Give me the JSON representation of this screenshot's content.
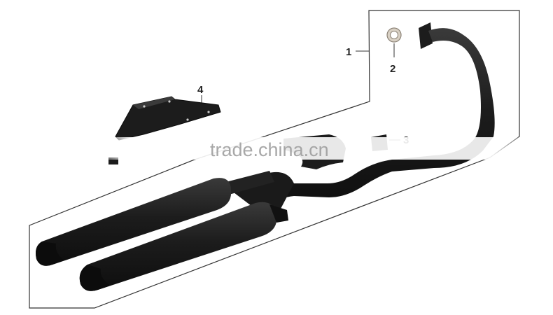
{
  "diagram": {
    "callouts": [
      {
        "id": "part-1",
        "label": "1"
      },
      {
        "id": "part-2",
        "label": "2"
      },
      {
        "id": "part-3",
        "label": "3"
      },
      {
        "id": "part-4",
        "label": "4"
      }
    ]
  },
  "watermark": {
    "text": "trade.china.cn"
  },
  "colors": {
    "part_fill": "#1c1c1c",
    "part_highlight": "#3a3a3a",
    "line": "#333333",
    "washer": "#d8d0c4"
  }
}
